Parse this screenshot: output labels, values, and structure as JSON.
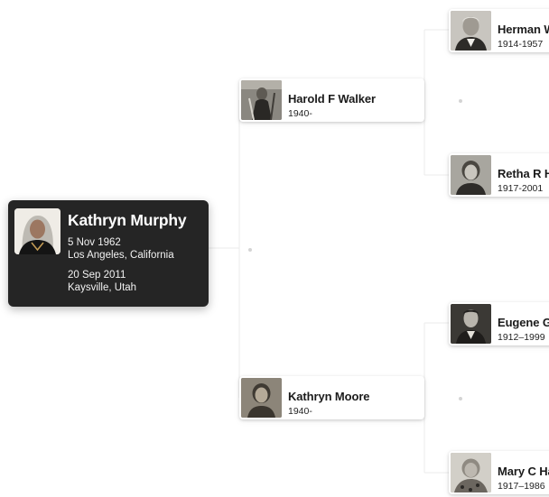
{
  "focus_person": {
    "name": "Kathryn Murphy",
    "birth_date": "5 Nov 1962",
    "birth_place": "Los Angeles, California",
    "death_date": "20 Sep 2011",
    "death_place": "Kaysville, Utah"
  },
  "parents": [
    {
      "name": "Harold F Walker",
      "dates": "1940-"
    },
    {
      "name": "Kathryn Moore",
      "dates": "1940-"
    }
  ],
  "grandparents": [
    {
      "name": "Herman Walker",
      "dates": "1914-1957"
    },
    {
      "name": "Retha R Hill",
      "dates": "1917-2001"
    },
    {
      "name": "Eugene Gomez",
      "dates": "1912–1999"
    },
    {
      "name": "Mary C Hall",
      "dates": "1917–1986"
    }
  ],
  "colors": {
    "focus_card_bg": "#252525",
    "card_bg": "#ffffff",
    "page_bg": "#ffffff",
    "connector": "#e6e6e6"
  }
}
